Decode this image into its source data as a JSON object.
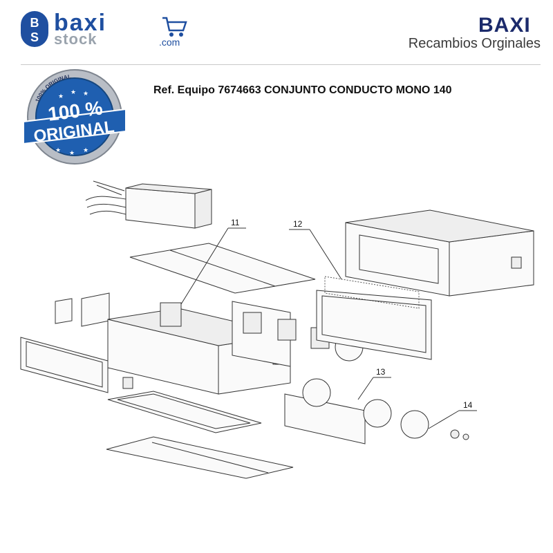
{
  "header": {
    "logo_text_top": "baxi",
    "logo_text_bottom": "stock",
    "logo_suffix": ".com",
    "logo_badge_top": "B",
    "logo_badge_bottom": "S",
    "brand": "BAXI",
    "subtitle": "Recambios Orginales"
  },
  "seal": {
    "big_text": "100 %",
    "word": "ORIGINAL",
    "ring_text": "100% ORIGINAL"
  },
  "title": "Ref. Equipo 7674663 CONJUNTO CONDUCTO MONO 140",
  "callouts": [
    "11",
    "12",
    "13",
    "14"
  ],
  "colors": {
    "brand_blue": "#1b2a6b",
    "seal_blue": "#1f5fb0",
    "seal_silver": "#b9bec6"
  }
}
